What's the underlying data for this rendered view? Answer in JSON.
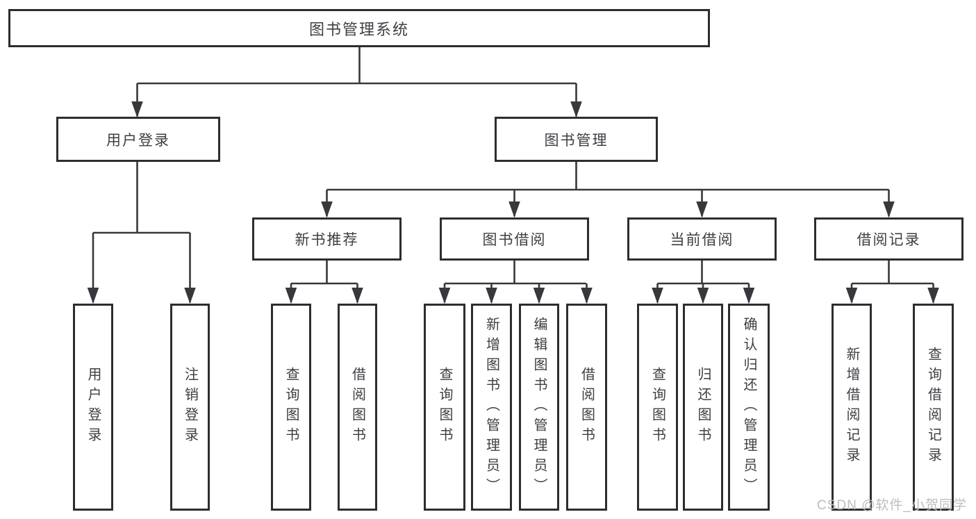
{
  "diagram": {
    "root": {
      "label": "图书管理系统"
    },
    "user_login": {
      "label": "用户登录"
    },
    "book_mgmt": {
      "label": "图书管理"
    },
    "leaf_user_login": {
      "label": "用户登录"
    },
    "leaf_logout": {
      "label": "注销登录"
    },
    "new_book_rec": {
      "label": "新书推荐"
    },
    "book_borrow": {
      "label": "图书借阅"
    },
    "current_borrow": {
      "label": "当前借阅"
    },
    "borrow_records": {
      "label": "借阅记录"
    },
    "nb_query": {
      "label": "查询图书"
    },
    "nb_borrow": {
      "label": "借阅图书"
    },
    "bb_query": {
      "label": "查询图书"
    },
    "bb_add": {
      "label": "新增图书（管理员）"
    },
    "bb_edit": {
      "label": "编辑图书（管理员）"
    },
    "bb_borrow": {
      "label": "借阅图书"
    },
    "cb_query": {
      "label": "查询图书"
    },
    "cb_return": {
      "label": "归还图书"
    },
    "cb_confirm": {
      "label": "确认归还（管理员）"
    },
    "br_add": {
      "label": "新增借阅记录"
    },
    "br_query": {
      "label": "查询借阅记录"
    },
    "edges": [
      [
        "root",
        "user_login"
      ],
      [
        "root",
        "book_mgmt"
      ],
      [
        "user_login",
        "leaf_user_login"
      ],
      [
        "user_login",
        "leaf_logout"
      ],
      [
        "book_mgmt",
        "new_book_rec"
      ],
      [
        "book_mgmt",
        "book_borrow"
      ],
      [
        "book_mgmt",
        "current_borrow"
      ],
      [
        "book_mgmt",
        "borrow_records"
      ],
      [
        "new_book_rec",
        "nb_query"
      ],
      [
        "new_book_rec",
        "nb_borrow"
      ],
      [
        "book_borrow",
        "bb_query"
      ],
      [
        "book_borrow",
        "bb_add"
      ],
      [
        "book_borrow",
        "bb_edit"
      ],
      [
        "book_borrow",
        "bb_borrow"
      ],
      [
        "current_borrow",
        "cb_query"
      ],
      [
        "current_borrow",
        "cb_return"
      ],
      [
        "current_borrow",
        "cb_confirm"
      ],
      [
        "borrow_records",
        "br_add"
      ],
      [
        "borrow_records",
        "br_query"
      ]
    ]
  },
  "watermark": {
    "text": "CSDN @软件_小贺同学"
  },
  "colors": {
    "line": "#38383c",
    "box_border": "#2d2d31",
    "text": "#3e3e44",
    "background": "#ffffff",
    "watermark": "#bdbdbd"
  }
}
